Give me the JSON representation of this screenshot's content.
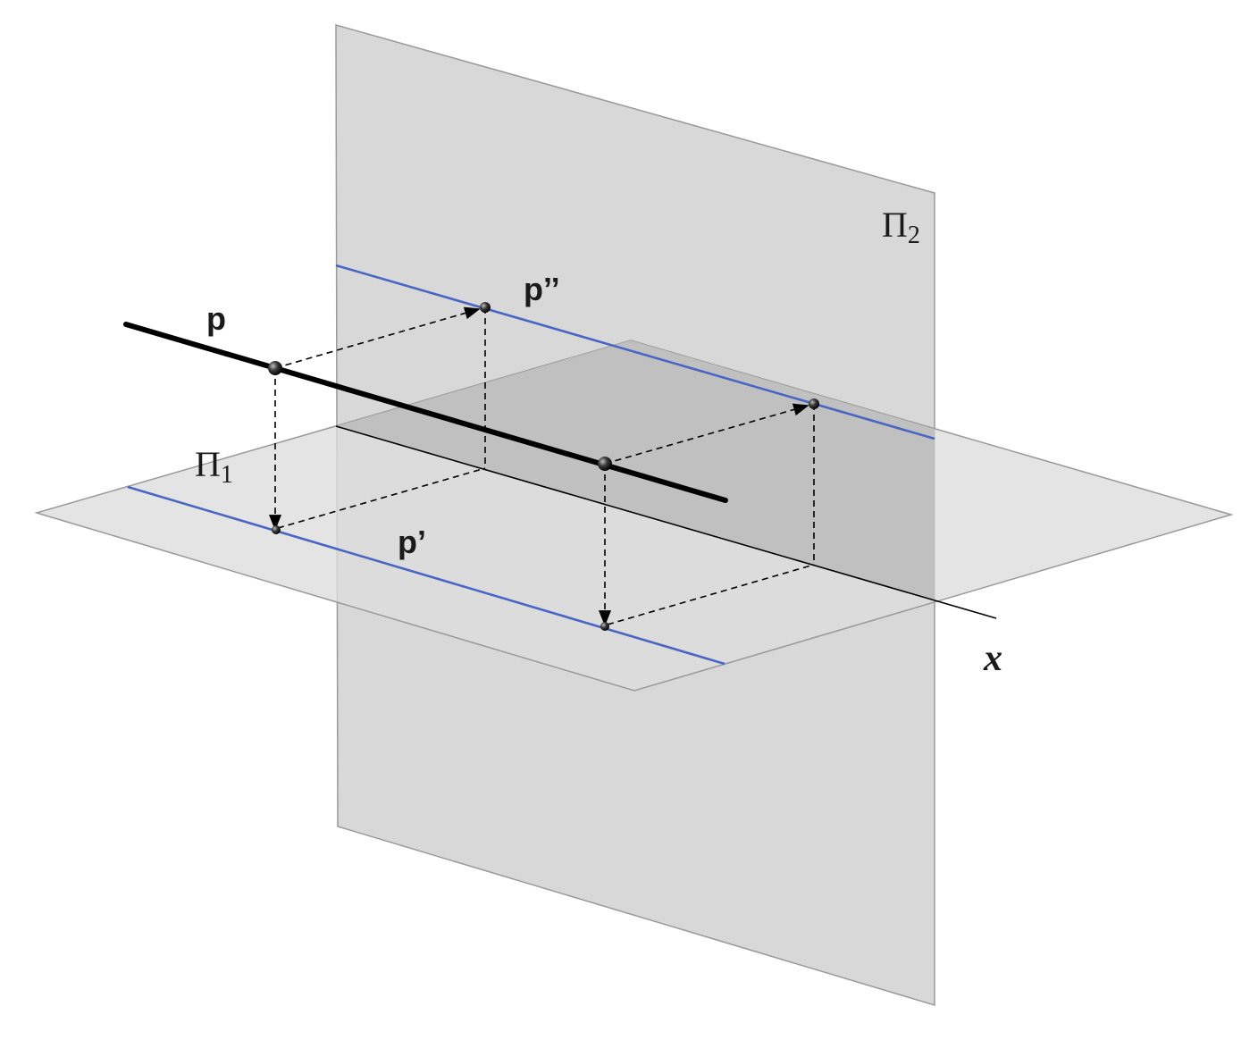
{
  "labels": {
    "line_p": "p",
    "line_p_double_prime": "p’’",
    "line_p_prime": "p’",
    "plane_pi2_symbol": "Π",
    "plane_pi2_subscript": "2",
    "plane_pi1_symbol": "Π",
    "plane_pi1_subscript": "1",
    "axis_x": "x"
  },
  "colors": {
    "plane_fill": "#d6d6d6",
    "plane_overlap_fill": "#bdbdbd",
    "plane_edge": "#9a9a9a",
    "projection_line": "#4a66c4",
    "main_line": "#000000",
    "construction_line": "#000000"
  }
}
